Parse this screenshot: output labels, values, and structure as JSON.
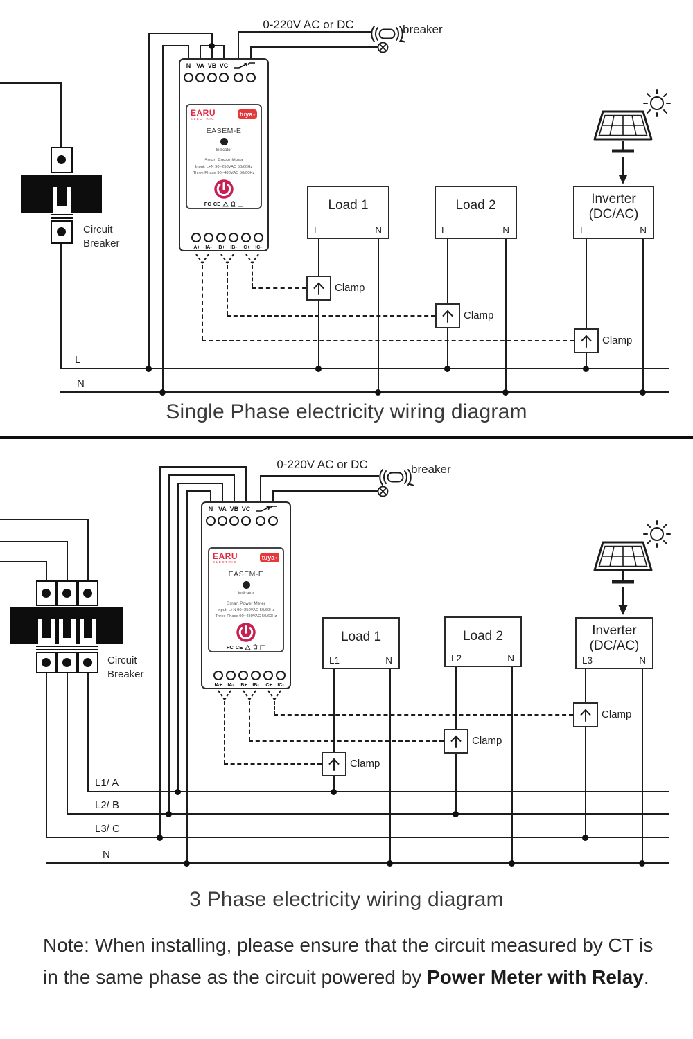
{
  "shared": {
    "supply_label": "0-220V AC or DC",
    "breaker_label": "breaker",
    "circuit_breaker_label": "Circuit Breaker",
    "clamp_label": "Clamp",
    "meter": {
      "brand": "EARU",
      "brand_sub": "ELECTRIC",
      "badge": "tuya",
      "model": "EASEM-E",
      "indicator_label": "Indicator",
      "spec_line1": "Smart Power Meter",
      "spec_line2": "Input: L+N 90~250VAC 50/60Hz",
      "spec_line3": "Three Phase 90~480VAC 50/60Hz",
      "cert_fcc": "FC",
      "cert_ce": "CE",
      "top_terminals": [
        "N",
        "VA",
        "VB",
        "VC"
      ],
      "ct_terminals": [
        "IA+",
        "IA-",
        "IB+",
        "IB-",
        "IC+",
        "IC-"
      ]
    }
  },
  "diagram1": {
    "title": "Single Phase electricity wiring diagram",
    "bus_labels": [
      "L",
      "N"
    ],
    "loads": [
      {
        "title": "Load 1",
        "t1": "L",
        "t2": "N"
      },
      {
        "title": "Load 2",
        "t1": "L",
        "t2": "N"
      },
      {
        "title": "Inverter",
        "subtitle": "(DC/AC)",
        "t1": "L",
        "t2": "N"
      }
    ]
  },
  "diagram2": {
    "title": "3 Phase electricity wiring diagram",
    "bus_labels": [
      "L1/ A",
      "L2/ B",
      "L3/ C",
      "N"
    ],
    "loads": [
      {
        "title": "Load 1",
        "t1": "L1",
        "t2": "N"
      },
      {
        "title": "Load 2",
        "t1": "L2",
        "t2": "N"
      },
      {
        "title": "Inverter",
        "subtitle": "(DC/AC)",
        "t1": "L3",
        "t2": "N"
      }
    ]
  },
  "note": {
    "prefix": "Note:  When installing, please ensure that the circuit measured by CT is in the same phase as the circuit powered by ",
    "bold": "Power Meter with Relay",
    "suffix": "."
  }
}
